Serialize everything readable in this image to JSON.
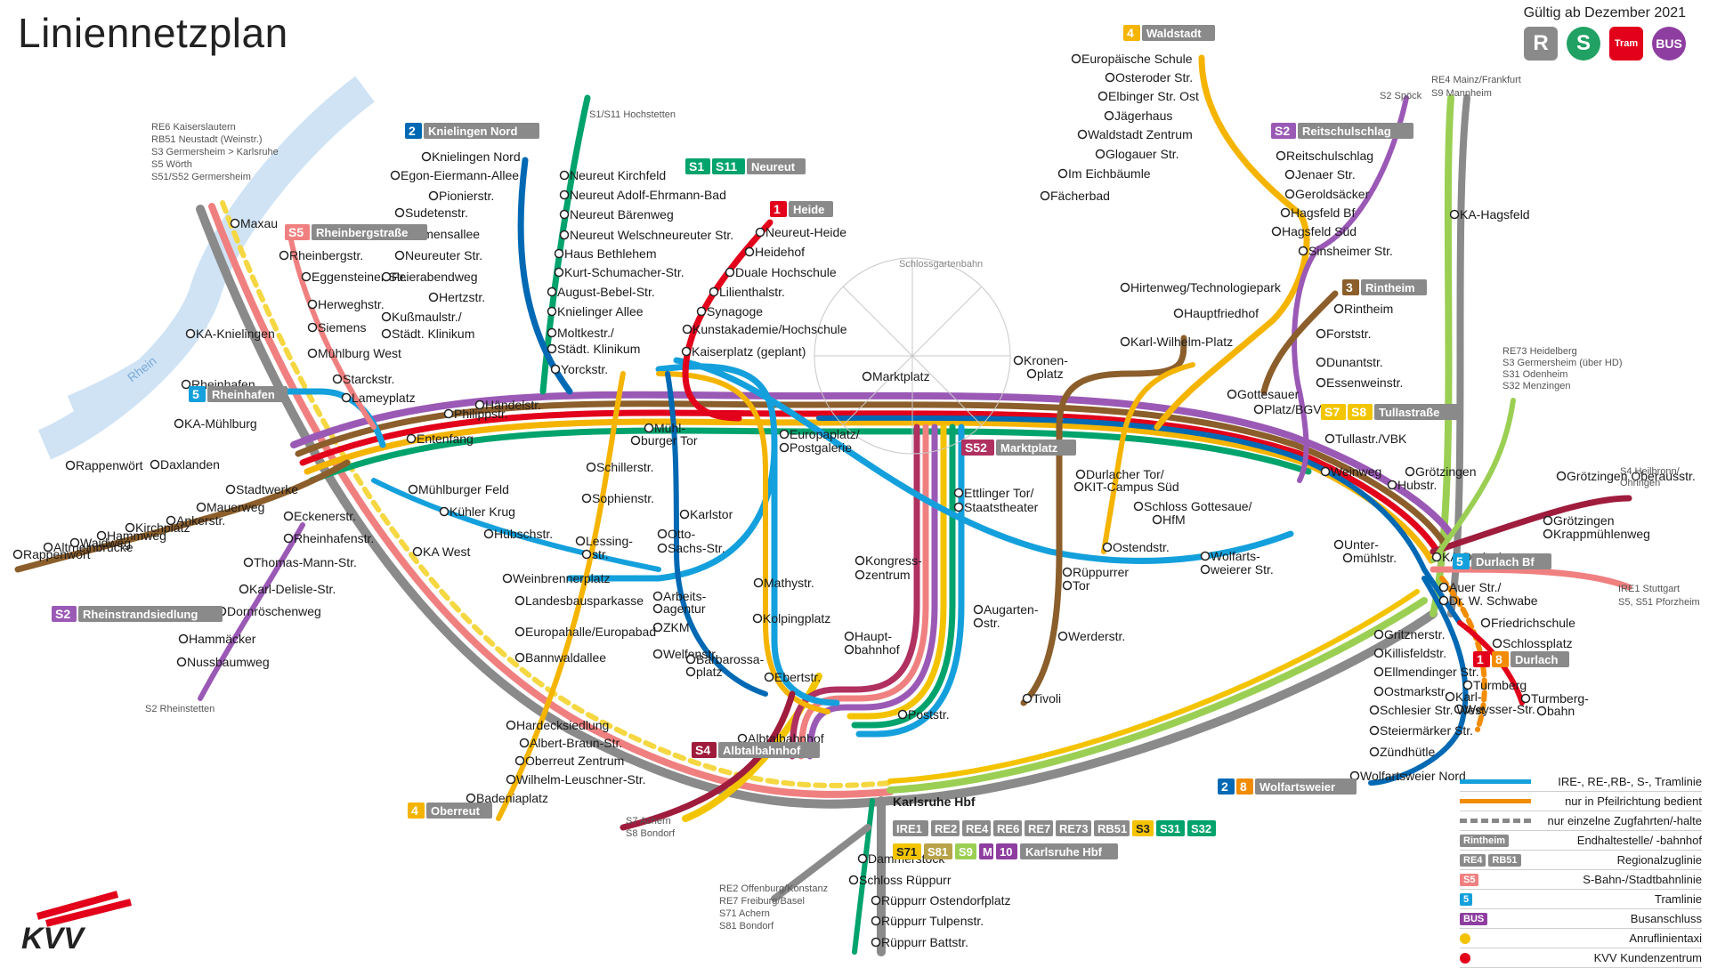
{
  "header": {
    "title": "Liniennetzplan",
    "valid_note": "Gültig ab Dezember 2021",
    "modes": [
      {
        "name": "regional-icon",
        "label": "R"
      },
      {
        "name": "sbahn-icon",
        "label": "S"
      },
      {
        "name": "tram-icon",
        "label": "Tram"
      },
      {
        "name": "bus-icon",
        "label": "BUS"
      }
    ]
  },
  "logo_text": "KVV",
  "colors": {
    "tram1": "#e2001a",
    "tram2": "#0069b4",
    "tram3": "#8b5e2b",
    "tram4": "#f4b400",
    "tram5": "#14a0dc",
    "tram8": "#f28c00",
    "s1": "#00a36c",
    "s2": "#9b59b6",
    "s4": "#9f1c3c",
    "s5": "#f08080",
    "s7": "#f2c500",
    "s8": "#6b5a1e",
    "s3": "#f4c300",
    "s4b": "#b03060",
    "regional": "#8a8a8a",
    "re_green": "#9bcf53",
    "bus": "#8e3ea0",
    "water": "#b9d7f0"
  },
  "rhine_label": "Rhein",
  "schloss_label": "Schlossgartenbahn",
  "line_badges": [
    {
      "num": "2",
      "name": "Knielingen Nord",
      "color": "#0069b4"
    },
    {
      "num": "S1",
      "num2": "S11",
      "name": "Neureut",
      "color": "#00a36c"
    },
    {
      "num": "1",
      "name": "Heide",
      "color": "#e2001a"
    },
    {
      "num": "4",
      "name": "Waldstadt",
      "color": "#f4b400"
    },
    {
      "num": "S2",
      "name": "Reitschulschlag",
      "color": "#9b59b6"
    },
    {
      "num": "S5",
      "name": "Rheinbergstraße",
      "color": "#f08080"
    },
    {
      "num": "3",
      "name": "Rintheim",
      "color": "#8b5e2b"
    },
    {
      "num": "5",
      "name": "Rheinhafen",
      "color": "#14a0dc"
    },
    {
      "num": "S7",
      "num2": "S8",
      "name": "Tullastraße",
      "color": "#f2c500"
    },
    {
      "num": "S52",
      "name": "Marktplatz",
      "color": "#b03060"
    },
    {
      "num": "5",
      "name": "Durlach Bf",
      "color": "#14a0dc"
    },
    {
      "num": "S2",
      "name": "Rheinstrandsiedlung",
      "color": "#9b59b6"
    },
    {
      "num": "1",
      "num2": "8",
      "name": "Durlach",
      "color": "#e2001a"
    },
    {
      "num": "S4",
      "name": "Albtalbahnhof",
      "color": "#9f1c3c"
    },
    {
      "num": "4",
      "name": "Oberreut",
      "color": "#f4b400"
    },
    {
      "num": "2",
      "num2": "8",
      "name": "Wolfartsweier",
      "color": "#0069b4"
    }
  ],
  "hbf_lines": [
    "IRE1",
    "RE2",
    "RE4",
    "RE6",
    "RE7",
    "RE73",
    "RB51",
    "S3",
    "S31",
    "S32",
    "S71",
    "S81",
    "S9",
    "M",
    "10"
  ],
  "hbf_title": "Karlsruhe Hbf",
  "hbf_title2": "Karlsruhe Hbf",
  "terminal_notes": [
    "RE6 Kaiserslautern",
    "RB51 Neustadt (Weinstr.)",
    "S3 Germersheim > Karlsruhe",
    "S5 Wörth",
    "S51/S52 Germersheim",
    "S1/S11 Hochstetten",
    "S2 Spöck",
    "RE4 Mainz/Frankfurt",
    "S9 Mannheim",
    "RE73 Heidelberg",
    "S3 Germersheim (über HD)",
    "S31 Odenheim",
    "S32 Menzingen",
    "S4 Heilbronn/",
    "Öhringen",
    "IRE1 Stuttgart",
    "S5, S51 Pforzheim",
    "S2 Rheinstetten",
    "S7 Achern",
    "S8 Bondorf",
    "RE2 Offenburg/Konstanz",
    "RE7 Freiburg/Basel",
    "S71 Achern",
    "S81 Bondorf"
  ],
  "stations": [
    "Maxau",
    "Rheinbergstr.",
    "Eggensteiner Str.",
    "Herweghstr.",
    "Siemens",
    "Mühlburg West",
    "KA-Knielingen",
    "Starckstr.",
    "Lameyplatz",
    "Rheinhafen",
    "KA-Mühlburg",
    "Entenfang",
    "Philippstr.",
    "Händelstr.",
    "Knielingen Nord",
    "Egon-Eiermann-Allee",
    "Pionierstr.",
    "Sudetenstr.",
    "Siemensallee",
    "Neureuter Str.",
    "Feierabendweg",
    "Hertzstr.",
    "Kußmaulstr./",
    "Städt. Klinikum",
    "Yorckstr.",
    "Neureut Kirchfeld",
    "Neureut Adolf-Ehrmann-Bad",
    "Neureut Bärenweg",
    "Neureut Welschneureuter Str.",
    "Haus Bethlehem",
    "Kurt-Schumacher-Str.",
    "August-Bebel-Str.",
    "Knielinger Allee",
    "Moltkestr./",
    "Städt. Klinikum",
    "Neureut-Heide",
    "Heidehof",
    "Duale Hochschule",
    "Lilienthalstr.",
    "Synagoge",
    "Kunstakademie/Hochschule",
    "Kaiserplatz (geplant)",
    "Marktplatz",
    "Mühl-",
    "burger Tor",
    "Europaplatz/",
    "Postgalerie",
    "Kronen-",
    "platz",
    "Europäische Schule",
    "Osteroder Str.",
    "Elbinger Str. Ost",
    "Jägerhaus",
    "Waldstadt Zentrum",
    "Glogauer Str.",
    "Im Eichbäumle",
    "Fächerbad",
    "Reitschulschlag",
    "Jenaer Str.",
    "Geroldsäcker",
    "Hagsfeld Bf",
    "Hagsfeld Süd",
    "Sinsheimer Str.",
    "KA-Hagsfeld",
    "Hirtenweg/Technologiepark",
    "Hauptfriedhof",
    "Karl-Wilhelm-Platz",
    "Rintheim",
    "Forststr.",
    "Dunantstr.",
    "Essenweinstr.",
    "Gottesauer",
    "Platz/BGV",
    "Tullastr./VBK",
    "Weinweg",
    "Durlacher Tor/",
    "KIT-Campus Süd",
    "Schloss Gottesaue/",
    "HfM",
    "Ostendstr.",
    "Wolfarts-",
    "weierer Str.",
    "Unter-",
    "mühlstr.",
    "Hubstr.",
    "Grötzingen",
    "Grötzingen Oberausstr.",
    "Grötzingen",
    "Krappmühlenweg",
    "KA-Durlach",
    "Auer Str./",
    "Dr. W. Schwabe",
    "Friedrichschule",
    "Schlossplatz",
    "Turmberg",
    "Karl-",
    "Weysser-Str.",
    "Turmberg-",
    "bahn",
    "Gritznerstr.",
    "Killisfeldstr.",
    "Ellmendinger Str.",
    "Ostmarkstr.",
    "Schlesier Str. West",
    "Steiermärker Str.",
    "Zündhütle",
    "Wolfartsweier Nord",
    "Schillerstr.",
    "Sophienstr.",
    "Karlstor",
    "Lessing-",
    "str.",
    "Otto-",
    "Sachs-Str.",
    "Arbeits-",
    "agentur",
    "ZKM",
    "Welfenstr.",
    "Barbarossa-",
    "platz",
    "Mathystr.",
    "Kolpingplatz",
    "Ebertstr.",
    "Ettlinger Tor/",
    "Staatstheater",
    "Kongress-",
    "zentrum",
    "Rüppurrer",
    "Tor",
    "Augarten-",
    "str.",
    "Werderstr.",
    "Tivoli",
    "Haupt-",
    "bahnhof",
    "Poststr.",
    "Albtalbahnhof",
    "Mühlburger Feld",
    "Kühler Krug",
    "Hübschstr.",
    "KA West",
    "Weinbrennerplatz",
    "Landesbausparkasse",
    "Europahalle/Europabad",
    "Bannwaldallee",
    "Eckenerstr.",
    "Rheinhafenstr.",
    "Thomas-Mann-Str.",
    "Karl-Delisle-Str.",
    "Dornröschenweg",
    "Hammäcker",
    "Nussbaumweg",
    "Rappenwört",
    "Altrheinbrücke",
    "Waidweg",
    "Hammweg",
    "Kirchplatz",
    "Ankerstr.",
    "Mauerweg",
    "Stadtwerke",
    "Hardecksiedlung",
    "Albert-Braun-Str.",
    "Oberreut Zentrum",
    "Wilhelm-Leuschner-Str.",
    "Badeniaplatz",
    "Dammerstock",
    "Schloss Rüppurr",
    "Rüppurr Ostendorfplatz",
    "Rüppurr Tulpenstr.",
    "Rüppurr Battstr.",
    "Daxlanden",
    "Rappenwört"
  ],
  "legend": [
    {
      "sample": "line",
      "label": "IRE-, RE-,RB-, S-, Tramlinie"
    },
    {
      "sample": "arrow",
      "label": "nur in Pfeilrichtung bedient"
    },
    {
      "sample": "dash",
      "label": "nur einzelne Zugfahrten/-halte"
    },
    {
      "sample": "terminal",
      "chip": "Rintheim",
      "label": "Endhaltestelle/ -bahnhof"
    },
    {
      "sample": "regional",
      "chip": "RE4",
      "chip2": "RB51",
      "label": "Regionalzuglinie"
    },
    {
      "sample": "sbahn",
      "chip": "S5",
      "label": "S-Bahn-/Stadtbahnlinie"
    },
    {
      "sample": "tram",
      "chip": "5",
      "label": "Tramlinie"
    },
    {
      "sample": "bus",
      "chip": "BUS",
      "label": "Busanschluss"
    },
    {
      "sample": "taxi",
      "label": "Anruflinientaxi"
    },
    {
      "sample": "kvv",
      "label": "KVV Kundenzentrum"
    }
  ]
}
